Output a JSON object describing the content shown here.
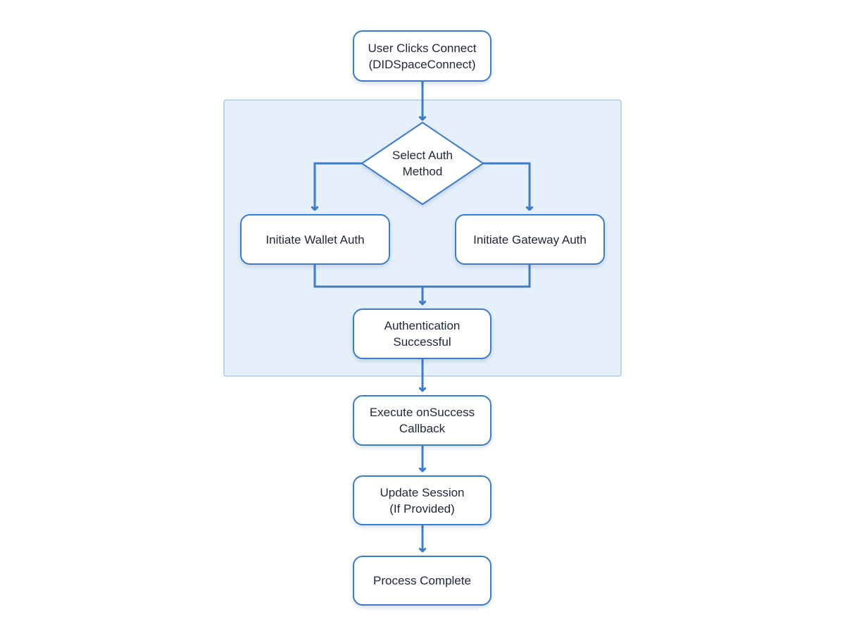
{
  "diagram": {
    "colors": {
      "stroke": "#3d7cc9",
      "group_fill": "#e6f0fb",
      "group_border": "#a9c9ec",
      "text": "#1c2738"
    },
    "nodes": {
      "start": {
        "label": "User Clicks Connect\n(DIDSpaceConnect)"
      },
      "decision": {
        "label": "Select Auth\nMethod"
      },
      "wallet_auth": {
        "label": "Initiate Wallet Auth"
      },
      "gateway_auth": {
        "label": "Initiate Gateway Auth"
      },
      "auth_success": {
        "label": "Authentication\nSuccessful"
      },
      "on_success": {
        "label": "Execute onSuccess\nCallback"
      },
      "update_session": {
        "label": "Update Session\n(If Provided)"
      },
      "complete": {
        "label": "Process Complete"
      }
    }
  }
}
